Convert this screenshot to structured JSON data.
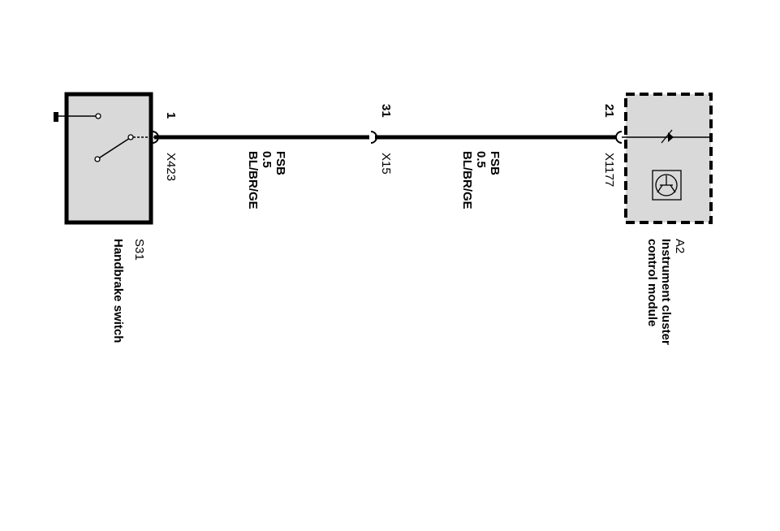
{
  "components": {
    "switch": {
      "id": "S31",
      "name": "Handbrake switch"
    },
    "module": {
      "id": "A2",
      "name_line1": "Instrument cluster",
      "name_line2": "control module"
    }
  },
  "connectors": [
    {
      "pin": "1",
      "id": "X423"
    },
    {
      "pin": "31",
      "id": "X15"
    },
    {
      "pin": "21",
      "id": "X1177"
    }
  ],
  "wires": [
    {
      "signal": "FSB",
      "size": "0.5",
      "color": "BL/BR/GE"
    },
    {
      "signal": "FSB",
      "size": "0.5",
      "color": "BL/BR/GE"
    }
  ]
}
